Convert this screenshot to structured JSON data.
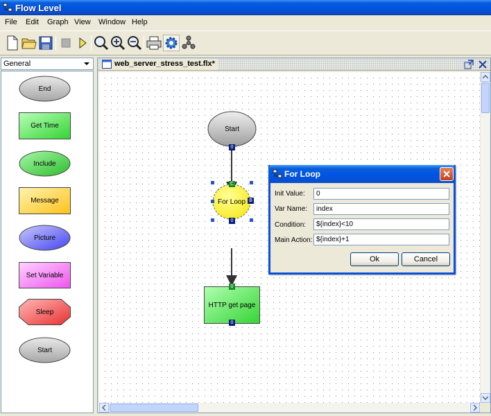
{
  "window": {
    "title": "Flow Level"
  },
  "menu": [
    "File",
    "Edit",
    "Graph",
    "View",
    "Window",
    "Help"
  ],
  "toolbar": {
    "buttons": [
      "new-icon",
      "open-icon",
      "save-icon",
      "stop-icon",
      "run-icon",
      "zoom-icon",
      "zoom-in-icon",
      "zoom-out-icon",
      "print-icon",
      "settings-gear-icon",
      "share-nodes-icon"
    ]
  },
  "palette": {
    "category": "General",
    "items": [
      {
        "label": "End",
        "shape": "ellipse",
        "color": "#b8b8b8"
      },
      {
        "label": "Get Time",
        "shape": "rect",
        "color": "#55e055"
      },
      {
        "label": "Include",
        "shape": "ellipse",
        "color": "#4fd24f"
      },
      {
        "label": "Message",
        "shape": "rect",
        "color": "#ffd23a"
      },
      {
        "label": "Picture",
        "shape": "ellipse",
        "color": "#6a6cf5"
      },
      {
        "label": "Set Variable",
        "shape": "rect",
        "color": "#f77ef7"
      },
      {
        "label": "Sleep",
        "shape": "octagon",
        "color": "#f25050"
      },
      {
        "label": "Start",
        "shape": "ellipse",
        "color": "#b8b8b8"
      }
    ]
  },
  "editor": {
    "tab_title": "web_server_stress_test.flx*",
    "nodes": {
      "start": {
        "label": "Start",
        "port_out": "0"
      },
      "for_loop": {
        "label": "For Loop",
        "port_in": "C",
        "port_right": "B",
        "port_out": "0"
      },
      "http": {
        "label": "HTTP get page",
        "port_in": "0",
        "port_out": "0"
      }
    }
  },
  "dialog": {
    "title": "For Loop",
    "fields": [
      {
        "label": "Init Value:",
        "value": "0"
      },
      {
        "label": "Var Name:",
        "value": "index"
      },
      {
        "label": "Condition:",
        "value": "${index}<10"
      },
      {
        "label": "Main Action:",
        "value": "${index}+1"
      }
    ],
    "ok_label": "Ok",
    "cancel_label": "Cancel"
  }
}
